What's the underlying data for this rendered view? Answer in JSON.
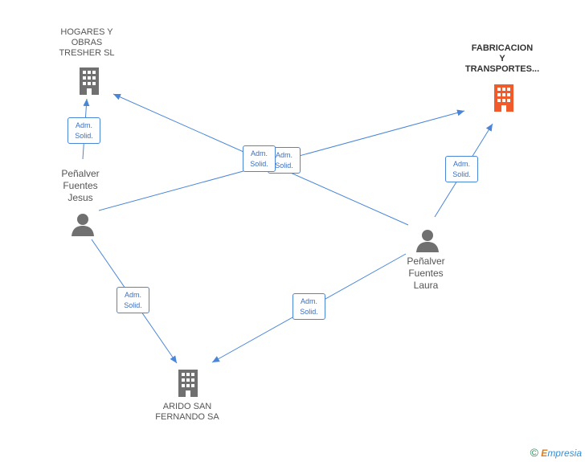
{
  "nodes": {
    "hogares": {
      "lines": [
        "HOGARES Y",
        "OBRAS",
        "TRESHER  SL"
      ],
      "color": "#707070"
    },
    "fabricacion": {
      "lines": [
        "FABRICACION",
        "Y",
        "TRANSPORTES..."
      ],
      "color": "#f15a2b"
    },
    "arido": {
      "lines": [
        "ARIDO SAN",
        "FERNANDO SA"
      ],
      "color": "#707070"
    },
    "jesus": {
      "lines": [
        "Peñalver",
        "Fuentes",
        "Jesus"
      ],
      "color": "#707070"
    },
    "laura": {
      "lines": [
        "Peñalver",
        "Fuentes",
        "Laura"
      ],
      "color": "#707070"
    }
  },
  "relation_label": {
    "line1": "Adm.",
    "line2": "Solid."
  },
  "edge_color": "#4a86d8",
  "footer": {
    "copyright": "©",
    "brand_first": "E",
    "brand_rest": "mpresia"
  }
}
